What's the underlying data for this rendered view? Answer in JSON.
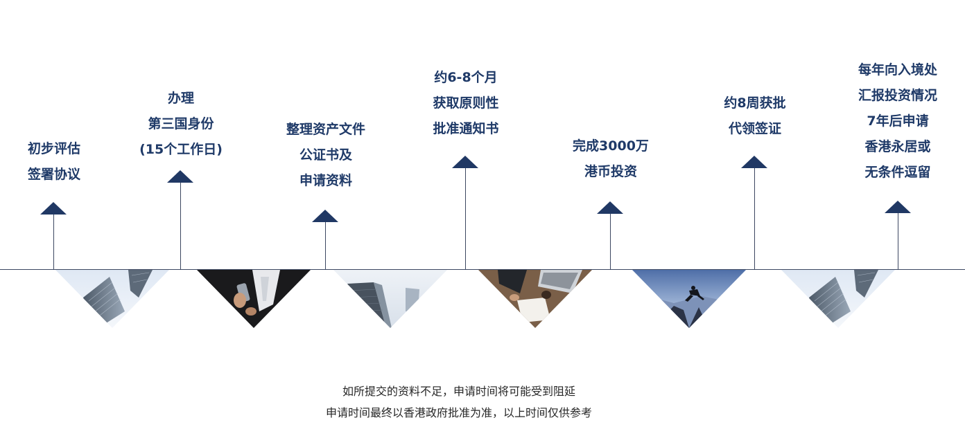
{
  "timeline": {
    "stages": [
      {
        "lines": [
          "初步评估",
          "签署协议"
        ],
        "photo": "office-towers"
      },
      {
        "lines": [
          "办理",
          "第三国身份",
          "(15个工作日)"
        ],
        "photo": "businessman-phone"
      },
      {
        "lines": [
          "整理资产文件",
          "公证书及",
          "申请资料"
        ],
        "photo": "skyscrapers"
      },
      {
        "lines": [
          "约6-8个月",
          "获取原则性",
          "批准通知书"
        ],
        "photo": "meeting-desk"
      },
      {
        "lines": [
          "完成3000万",
          "港币投资"
        ],
        "photo": "mountain-jump"
      },
      {
        "lines": [
          "约8周获批",
          "代领签证"
        ],
        "photo": "office-towers"
      },
      {
        "lines": [
          "每年向入境处",
          "汇报投资情况",
          "7年后申请",
          "香港永居或",
          "无条件逗留"
        ],
        "photo": null
      }
    ],
    "arrow_color": "#203864",
    "text_color": "#1f3a68"
  },
  "note": {
    "line1": "如所提交的资料不足，申请时间将可能受到阻延",
    "line2": "申请时间最终以香港政府批准为准，以上时间仅供参考"
  }
}
